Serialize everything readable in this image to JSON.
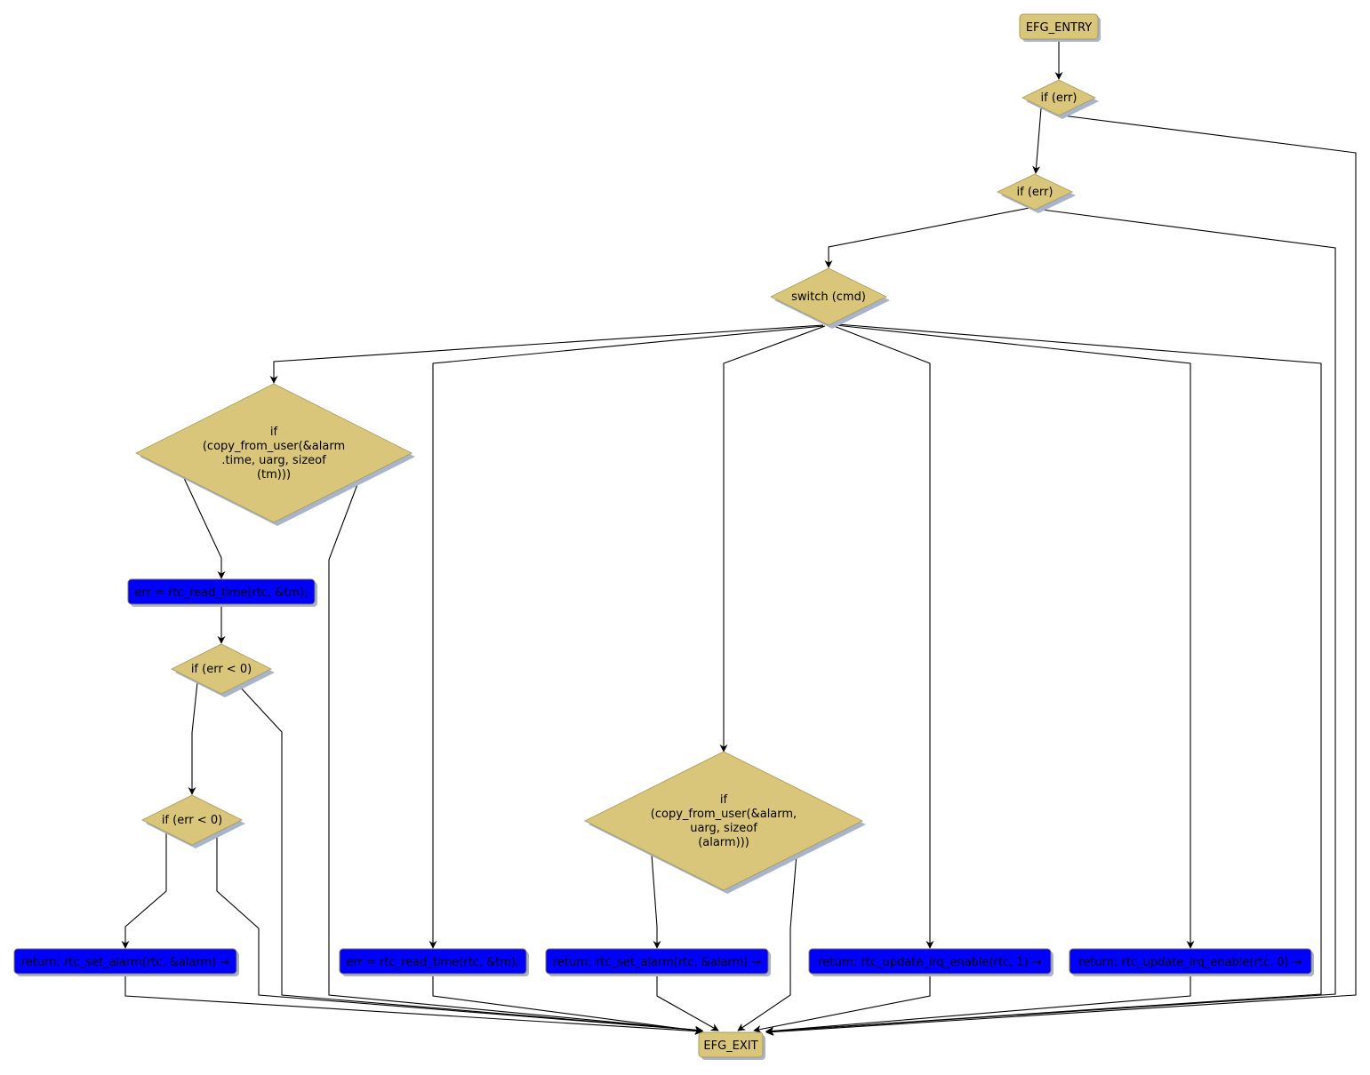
{
  "diagram": {
    "kind": "control-flow-graph",
    "colors": {
      "decision_fill": "#d9c67b",
      "decision_stroke": "#a89a5a",
      "terminal_fill": "#d9c67b",
      "statement_fill": "#0000ff",
      "statement_stroke": "#8a7a40",
      "shadow": "#a8b4cc",
      "edge": "#000000"
    },
    "nodes": {
      "entry": {
        "type": "terminal",
        "label": "EFG_ENTRY"
      },
      "if_err_1": {
        "type": "decision",
        "lines": [
          "if (err)"
        ]
      },
      "if_err_2": {
        "type": "decision",
        "lines": [
          "if (err)"
        ]
      },
      "switch_cmd": {
        "type": "decision",
        "lines": [
          "switch (cmd)"
        ]
      },
      "if_copy_time": {
        "type": "decision",
        "lines": [
          "if",
          "(copy_from_user(&alarm",
          ".time, uarg, sizeof",
          "(tm)))"
        ]
      },
      "read_time_1": {
        "type": "statement",
        "label": "err = rtc_read_time(rtc, &tm);"
      },
      "if_err_lt0_1": {
        "type": "decision",
        "lines": [
          "if (err < 0)"
        ]
      },
      "if_err_lt0_2": {
        "type": "decision",
        "lines": [
          "if (err < 0)"
        ]
      },
      "ret_set_alarm_1": {
        "type": "statement",
        "label": "return; rtc_set_alarm(rtc, &alarm) →"
      },
      "read_time_2": {
        "type": "statement",
        "label": "err = rtc_read_time(rtc, &tm);"
      },
      "if_copy_alarm": {
        "type": "decision",
        "lines": [
          "if",
          "(copy_from_user(&alarm,",
          "uarg, sizeof",
          "(alarm)))"
        ]
      },
      "ret_set_alarm_2": {
        "type": "statement",
        "label": "return; rtc_set_alarm(rtc, &alarm) →"
      },
      "ret_irq_1": {
        "type": "statement",
        "label": "return; rtc_update_irq_enable(rtc, 1) →"
      },
      "ret_irq_0": {
        "type": "statement",
        "label": "return; rtc_update_irq_enable(rtc, 0) →"
      },
      "exit": {
        "type": "terminal",
        "label": "EFG_EXIT"
      }
    },
    "edges": [
      [
        "entry",
        "if_err_1"
      ],
      [
        "if_err_1",
        "if_err_2"
      ],
      [
        "if_err_1",
        "exit"
      ],
      [
        "if_err_2",
        "switch_cmd"
      ],
      [
        "if_err_2",
        "exit"
      ],
      [
        "switch_cmd",
        "if_copy_time"
      ],
      [
        "switch_cmd",
        "read_time_2"
      ],
      [
        "switch_cmd",
        "if_copy_alarm"
      ],
      [
        "switch_cmd",
        "ret_irq_1"
      ],
      [
        "switch_cmd",
        "ret_irq_0"
      ],
      [
        "switch_cmd",
        "exit"
      ],
      [
        "if_copy_time",
        "read_time_1"
      ],
      [
        "if_copy_time",
        "exit"
      ],
      [
        "read_time_1",
        "if_err_lt0_1"
      ],
      [
        "if_err_lt0_1",
        "if_err_lt0_2"
      ],
      [
        "if_err_lt0_1",
        "exit"
      ],
      [
        "if_err_lt0_2",
        "ret_set_alarm_1"
      ],
      [
        "if_err_lt0_2",
        "exit"
      ],
      [
        "ret_set_alarm_1",
        "exit"
      ],
      [
        "read_time_2",
        "exit"
      ],
      [
        "if_copy_alarm",
        "ret_set_alarm_2"
      ],
      [
        "if_copy_alarm",
        "exit"
      ],
      [
        "ret_set_alarm_2",
        "exit"
      ],
      [
        "ret_irq_1",
        "exit"
      ],
      [
        "ret_irq_0",
        "exit"
      ]
    ]
  }
}
